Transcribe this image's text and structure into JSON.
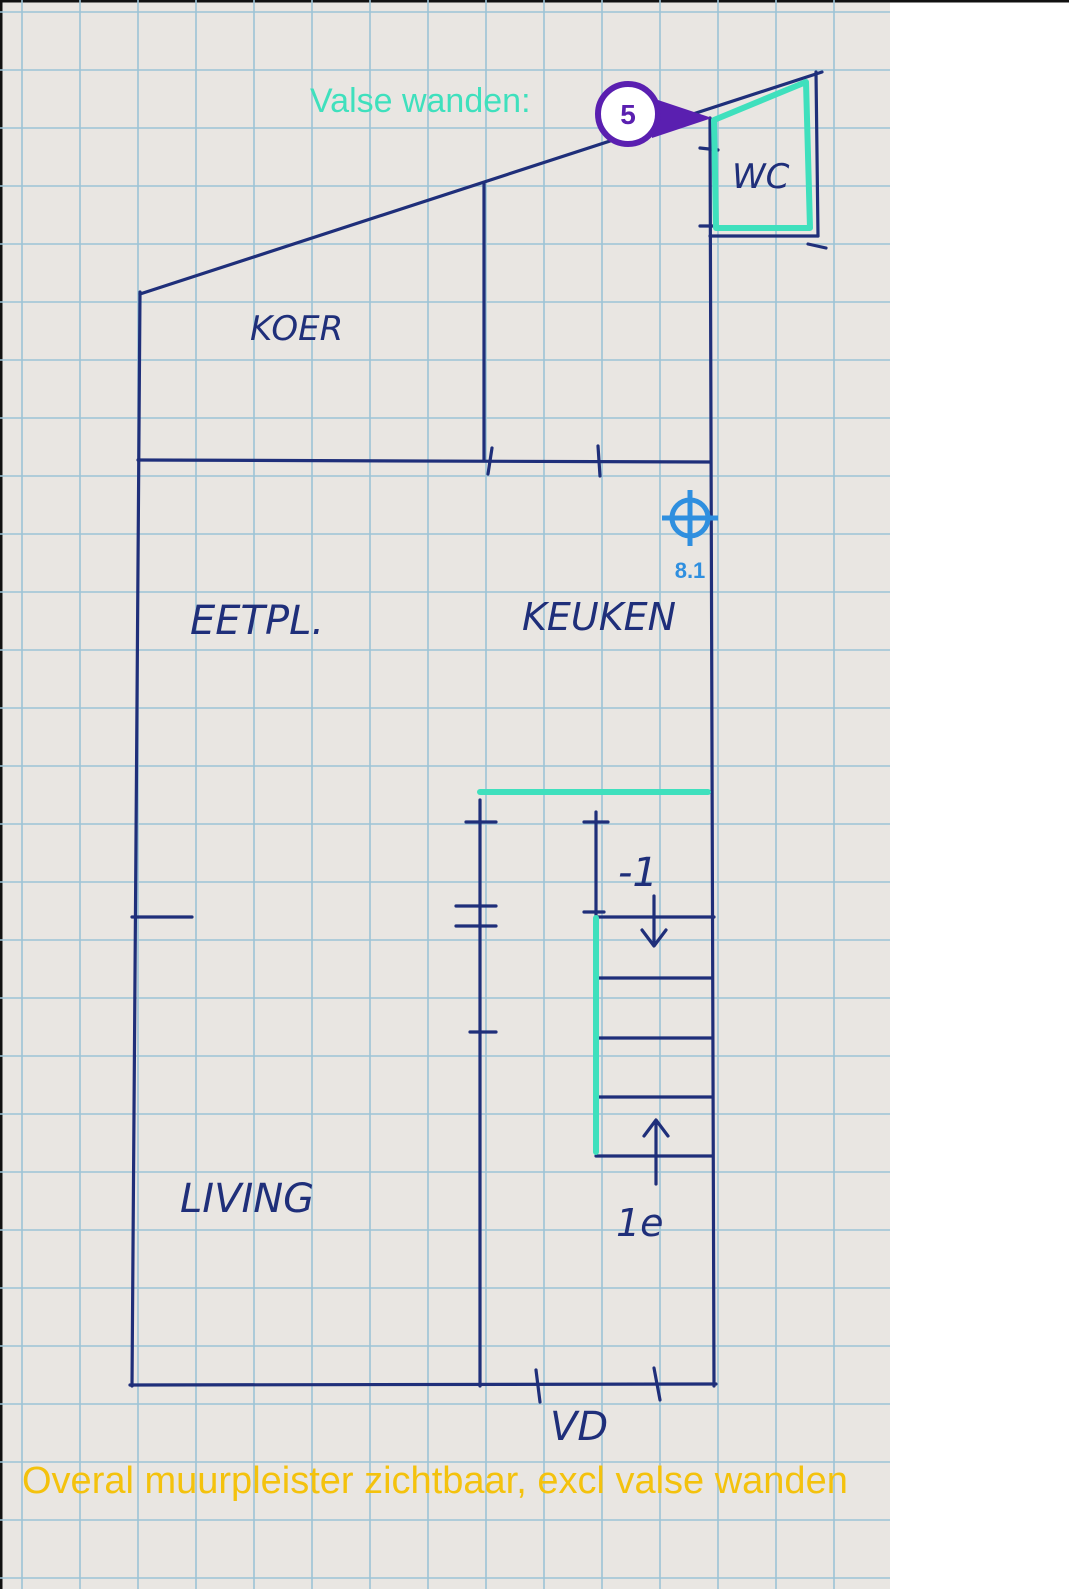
{
  "annotations": {
    "false_walls_label": "Valse wanden:",
    "marker_number": "5",
    "target_label": "8.1",
    "footer_note": "Overal muurpleister zichtbaar, excl valse wanden"
  },
  "rooms": {
    "koer": "KOER",
    "wc": "WC",
    "eetpl": "EETPL.",
    "keuken": "KEUKEN",
    "living": "LIVING",
    "vd": "VD",
    "stair_down": "-1",
    "stair_up": "1e"
  },
  "colors": {
    "ink": "#1f2f7a",
    "teal": "#3fe0bd",
    "marker": "#5a1fb0",
    "target": "#2f8fdf",
    "note": "#f4c20d",
    "grid": "#9cc3d6",
    "paper": "#e9e6e2"
  }
}
